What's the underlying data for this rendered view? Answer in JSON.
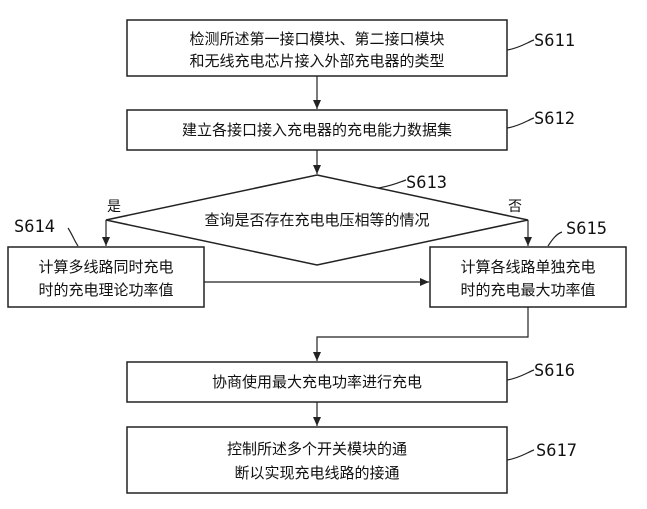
{
  "steps": {
    "s611": {
      "label": "S611",
      "line1": "检测所述第一接口模块、第二接口模块",
      "line2": "和无线充电芯片接入外部充电器的类型"
    },
    "s612": {
      "label": "S612",
      "text": "建立各接口接入充电器的充电能力数据集"
    },
    "s613": {
      "label": "S613",
      "text": "查询是否存在充电电压相等的情况",
      "yes": "是",
      "no": "否"
    },
    "s614": {
      "label": "S614",
      "line1": "计算多线路同时充电",
      "line2": "时的充电理论功率值"
    },
    "s615": {
      "label": "S615",
      "line1": "计算各线路单独充电",
      "line2": "时的充电最大功率值"
    },
    "s616": {
      "label": "S616",
      "text": "协商使用最大充电功率进行充电"
    },
    "s617": {
      "label": "S617",
      "line1": "控制所述多个开关模块的通",
      "line2": "断以实现充电线路的接通"
    }
  }
}
